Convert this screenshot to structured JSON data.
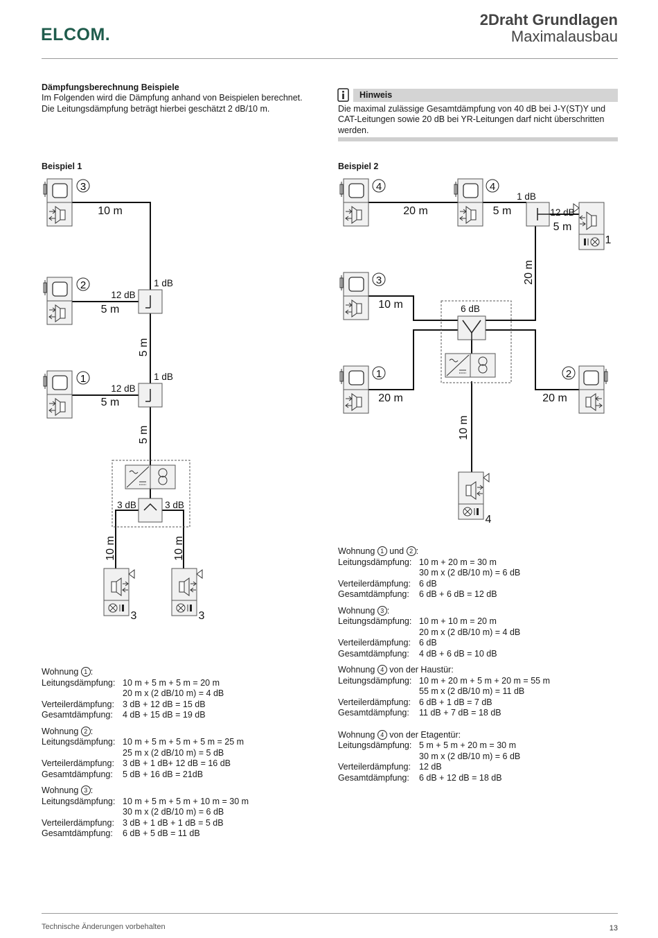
{
  "header": {
    "logo": "ELCOM.",
    "title": "2Draht Grundlagen",
    "subtitle": "Maximalausbau"
  },
  "intro": {
    "heading": "Dämpfungsberechnung Beispiele",
    "line1": "Im Folgenden wird die Dämpfung anhand von Beispielen berechnet.",
    "line2": "Die Leitungsdämpfung beträgt hierbei geschätzt 2 dB/10 m."
  },
  "hinweis": {
    "label": "Hinweis",
    "text": "Die maximal zulässige Gesamtdämpfung von 40 dB bei J-Y(ST)Y und CAT-Leitungen sowie 20 dB bei YR-Leitungen darf nicht überschritten werden."
  },
  "example1": {
    "title": "Beispiel 1",
    "labels": {
      "n3": "3",
      "n2": "2",
      "n1": "1",
      "len_top": "10 m",
      "db_12a": "12 dB",
      "len_5a": "5 m",
      "db_1a": "1 dB",
      "vlen_5a": "5 m",
      "db_12b": "12 dB",
      "len_5b": "5 m",
      "db_1b": "1 dB",
      "vlen_5b": "5 m",
      "db_3l": "3 dB",
      "db_3r": "3 dB",
      "vlen_10l": "10 m",
      "vlen_10r": "10 m",
      "out_l": "3",
      "out_r": "3"
    }
  },
  "example2": {
    "title": "Beispiel 2",
    "labels": {
      "n4a": "4",
      "n4b": "4",
      "n3": "3",
      "n1": "1",
      "n2": "2",
      "len_20a": "20 m",
      "len_5a": "5 m",
      "db_1": "1 dB",
      "db_12": "12 dB",
      "len_5b": "5 m",
      "out_top": "1",
      "vlen_20": "20 m",
      "len_10": "10 m",
      "db_6": "6 dB",
      "len_20b": "20 m",
      "len_20c": "20 m",
      "vlen_10": "10 m",
      "out_bottom": "4"
    }
  },
  "calc_left": [
    {
      "title_pre": "Wohnung",
      "num": "1",
      "title_post": ":",
      "rows": [
        {
          "label": "Leitungsdämpfung:",
          "value": "10 m + 5 m + 5 m = 20 m"
        },
        {
          "label": "",
          "value": "20 m x (2 dB/10 m) = 4 dB"
        },
        {
          "label": "Verteilerdämpfung:",
          "value": "3 dB + 12 dB = 15 dB"
        },
        {
          "label": "Gesamtdämpfung:",
          "value": "4 dB + 15 dB = 19 dB"
        }
      ]
    },
    {
      "title_pre": "Wohnung",
      "num": "2",
      "title_post": ":",
      "rows": [
        {
          "label": "Leitungsdämpfung:",
          "value": "10 m + 5 m + 5 m + 5 m = 25 m"
        },
        {
          "label": "",
          "value": "25 m x (2 dB/10 m) = 5 dB"
        },
        {
          "label": "Verteilerdämpfung:",
          "value": "3 dB + 1 dB+ 12 dB = 16 dB"
        },
        {
          "label": "Gesamtdämpfung:",
          "value": "5 dB + 16 dB = 21dB"
        }
      ]
    },
    {
      "title_pre": "Wohnung",
      "num": "3",
      "title_post": ":",
      "rows": [
        {
          "label": "Leitungsdämpfung:",
          "value": "10 m + 5 m + 5 m + 10 m = 30 m"
        },
        {
          "label": "",
          "value": "30 m x (2 dB/10 m) = 6 dB"
        },
        {
          "label": "Verteilerdämpfung:",
          "value": "3 dB + 1 dB + 1 dB = 5 dB"
        },
        {
          "label": "Gesamtdämpfung:",
          "value": "6 dB + 5 dB = 11 dB"
        }
      ]
    }
  ],
  "calc_right": [
    {
      "title_pre": "Wohnung",
      "num": "1",
      "title_mid": "und",
      "num2": "2",
      "title_post": ":",
      "rows": [
        {
          "label": "Leitungsdämpfung:",
          "value": "10 m + 20 m = 30 m"
        },
        {
          "label": "",
          "value": "30 m x (2 dB/10 m) = 6 dB"
        },
        {
          "label": "Verteilerdämpfung:",
          "value": "6 dB"
        },
        {
          "label": "Gesamtdämpfung:",
          "value": "6 dB + 6 dB = 12 dB"
        }
      ]
    },
    {
      "title_pre": "Wohnung",
      "num": "3",
      "title_post": ":",
      "rows": [
        {
          "label": "Leitungsdämpfung:",
          "value": "10 m + 10 m = 20 m"
        },
        {
          "label": "",
          "value": "20 m x (2 dB/10 m) = 4 dB"
        },
        {
          "label": "Verteilerdämpfung:",
          "value": "6 dB"
        },
        {
          "label": "Gesamtdämpfung:",
          "value": "4 dB + 6 dB = 10 dB"
        }
      ]
    },
    {
      "title_pre": "Wohnung",
      "num": "4",
      "title_post": "von der Haustür:",
      "rows": [
        {
          "label": "Leitungsdämpfung:",
          "value": "10 m + 20 m + 5 m + 20 m = 55 m"
        },
        {
          "label": "",
          "value": "55 m x (2 dB/10 m) = 11 dB"
        },
        {
          "label": "Verteilerdämpfung:",
          "value": "6 dB + 1 dB = 7 dB"
        },
        {
          "label": "Gesamtdämpfung:",
          "value": "11 dB + 7 dB = 18 dB"
        }
      ]
    },
    {
      "title_pre": "Wohnung",
      "num": "4",
      "title_post": "von der Etagentür:",
      "rows": [
        {
          "label": "Leitungsdämpfung:",
          "value": "5 m + 5 m + 20 m = 30 m"
        },
        {
          "label": "",
          "value": "30 m x (2 dB/10 m) = 6 dB"
        },
        {
          "label": "Verteilerdämpfung:",
          "value": "12 dB"
        },
        {
          "label": "Gesamtdämpfung:",
          "value": "6 dB + 12 dB = 18 dB"
        }
      ]
    }
  ],
  "footer": {
    "left": "Technische Änderungen vorbehalten",
    "page": "13"
  }
}
